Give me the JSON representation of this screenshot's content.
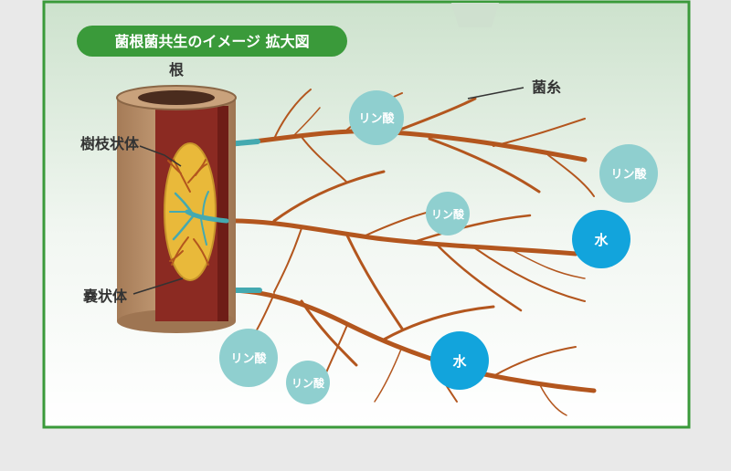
{
  "title": "菌根菌共生のイメージ 拡大図",
  "labels": {
    "root": "根",
    "hyphae": "菌糸",
    "arbuscule": "樹枝状体",
    "vesicle": "嚢状体"
  },
  "bubbles": [
    {
      "text": "リン酸",
      "kind": "phosphate"
    },
    {
      "text": "リン酸",
      "kind": "phosphate"
    },
    {
      "text": "リン酸",
      "kind": "phosphate"
    },
    {
      "text": "水",
      "kind": "water"
    },
    {
      "text": "リン酸",
      "kind": "phosphate"
    },
    {
      "text": "水",
      "kind": "water"
    },
    {
      "text": "リン酸",
      "kind": "phosphate"
    }
  ],
  "colors": {
    "frame_green": "#3a9a3a",
    "bg_top": "#cfe3cf",
    "bg_bottom": "#ffffff",
    "phosphate": "#8fcfcf",
    "water": "#12a4dc",
    "hyphae": "#b3561e",
    "hyphae_tip": "#44a9b0",
    "root_outer": "#b8906a",
    "root_inner": "#8b2a22",
    "vesicle": "#e9b93a"
  }
}
